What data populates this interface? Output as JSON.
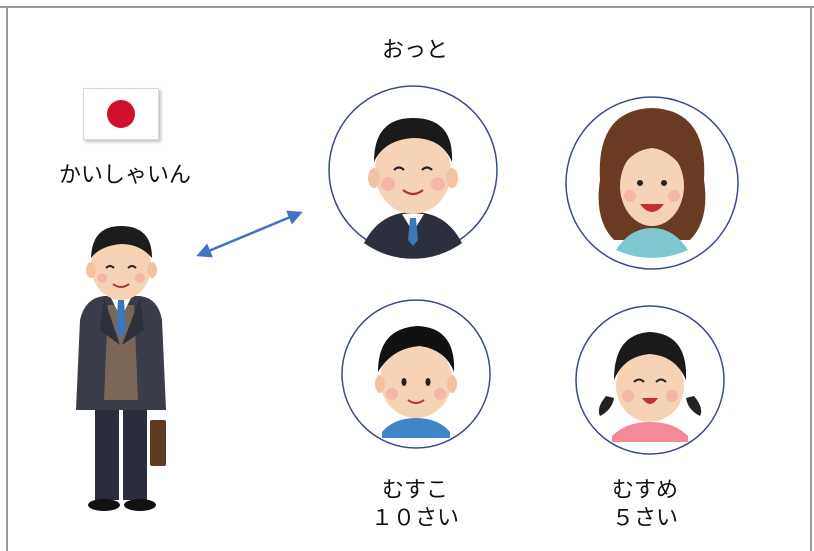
{
  "labels": {
    "husband": "おっと",
    "company_employee": "かいしゃいん",
    "son": "むすこ",
    "son_age": "１０さい",
    "daughter": "むすめ",
    "daughter_age": "５さい"
  },
  "icons": {
    "flag": "japan-flag-icon",
    "arrow": "double-arrow-icon"
  },
  "colors": {
    "arrow": "#4472c4",
    "circle_border": "#3c4a8c",
    "flag_red": "#d0102a"
  }
}
